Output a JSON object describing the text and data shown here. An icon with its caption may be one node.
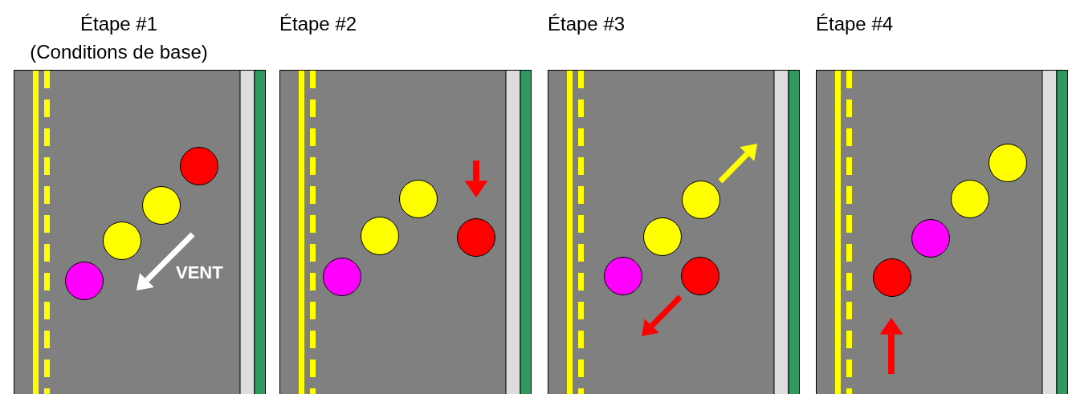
{
  "diagram": {
    "nodes": [
      {
        "text": [
          "Étape #1",
          "(Conditions de base)"
        ]
      },
      {
        "text": [],
        "shape": "circle",
        "in": 0
      },
      {
        "text": [],
        "shape": "circle",
        "in": 0
      },
      {
        "text": [],
        "shape": "circle",
        "in": 0
      },
      {
        "text": [],
        "shape": "circle",
        "in": 0
      },
      {
        "text": [
          "Étape #2"
        ]
      },
      {
        "text": [],
        "shape": "circle",
        "in": 5
      },
      {
        "text": [],
        "shape": "circle",
        "in": 5
      },
      {
        "text": [],
        "shape": "circle",
        "in": 5
      },
      {
        "text": [],
        "shape": "circle",
        "in": 5
      },
      {
        "text": [
          "Étape #3"
        ]
      },
      {
        "text": [],
        "shape": "circle",
        "in": 10
      },
      {
        "text": [],
        "shape": "circle",
        "in": 10
      },
      {
        "text": [],
        "shape": "circle",
        "in": 10
      },
      {
        "text": [],
        "shape": "circle",
        "in": 10
      },
      {
        "text": [
          "Étape #4"
        ]
      },
      {
        "text": [],
        "shape": "circle",
        "in": 15
      },
      {
        "text": [],
        "shape": "circle",
        "in": 15
      },
      {
        "text": [],
        "shape": "circle",
        "in": 15
      },
      {
        "text": [],
        "shape": "circle",
        "in": 15
      }
    ],
    "edges": [],
    "labels": [
      "VENT"
    ]
  }
}
